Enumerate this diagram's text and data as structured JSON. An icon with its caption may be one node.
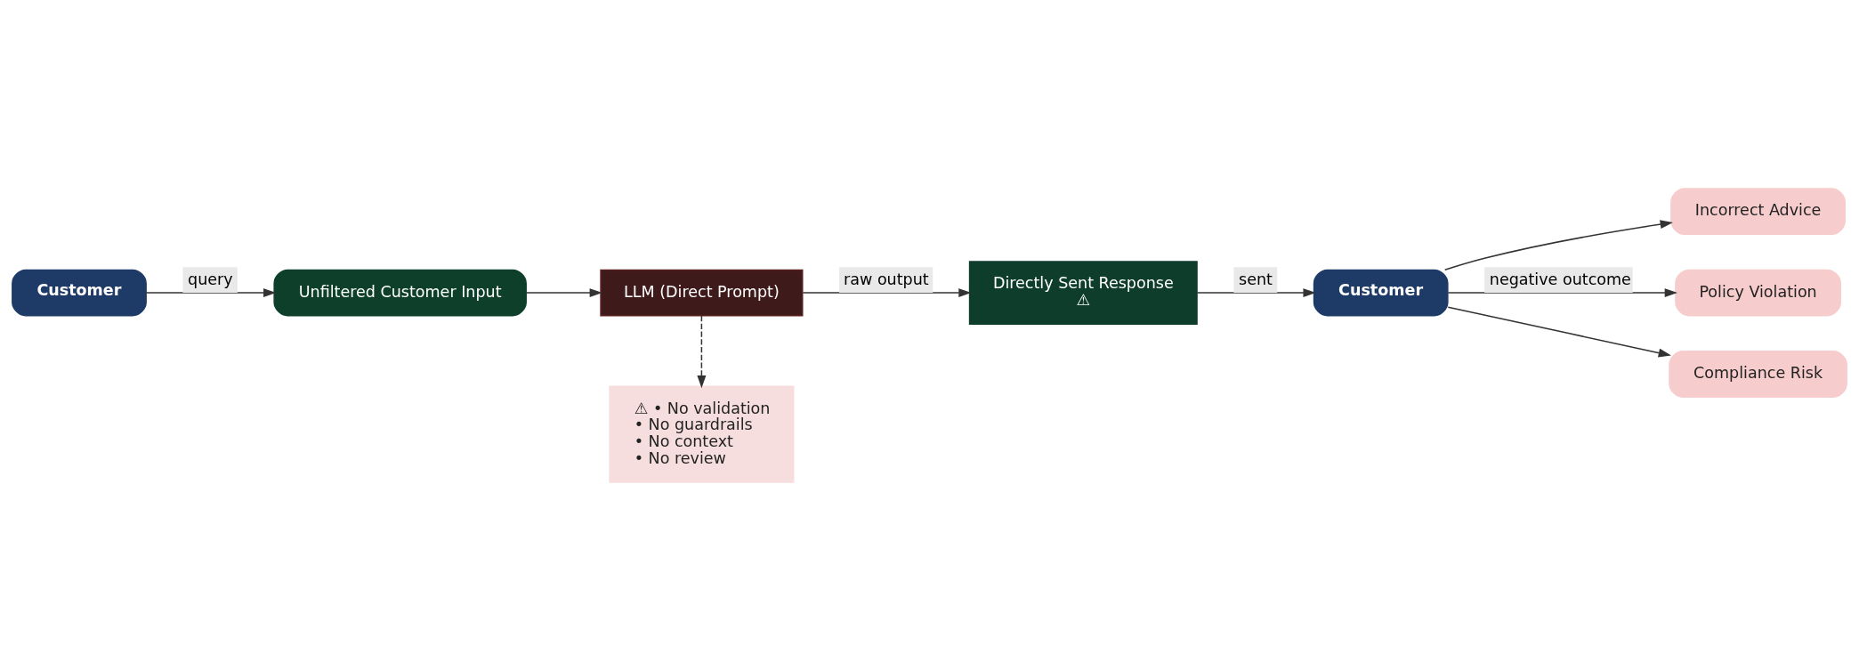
{
  "diagram": {
    "nodes": [
      {
        "text": [
          "Customer"
        ]
      },
      {
        "text": [
          "Unfiltered Customer Input"
        ]
      },
      {
        "text": [
          "LLM (Direct Prompt)"
        ]
      },
      {
        "text": [
          "⚠ • No validation",
          "• No guardrails",
          "• No context",
          "• No review"
        ]
      },
      {
        "text": [
          "Directly Sent Response",
          "⚠"
        ]
      },
      {
        "text": [
          "Customer"
        ]
      },
      {
        "text": [
          "Incorrect Advice"
        ]
      },
      {
        "text": [
          "Policy Violation"
        ]
      },
      {
        "text": [
          "Compliance Risk"
        ]
      }
    ],
    "edges": [
      {
        "from": 0,
        "to": 1,
        "arrow": "to",
        "label": "query"
      },
      {
        "from": 1,
        "to": 2,
        "arrow": "to"
      },
      {
        "from": 2,
        "to": 4,
        "arrow": "to",
        "label": "raw output"
      },
      {
        "from": 2,
        "to": 3,
        "arrow": "to",
        "style": "dashed"
      },
      {
        "from": 4,
        "to": 5,
        "arrow": "to",
        "label": "sent"
      },
      {
        "from": 5,
        "to": 6,
        "arrow": "to"
      },
      {
        "from": 5,
        "to": 7,
        "arrow": "to",
        "label": "negative outcome"
      },
      {
        "from": 5,
        "to": 8,
        "arrow": "to"
      }
    ]
  }
}
